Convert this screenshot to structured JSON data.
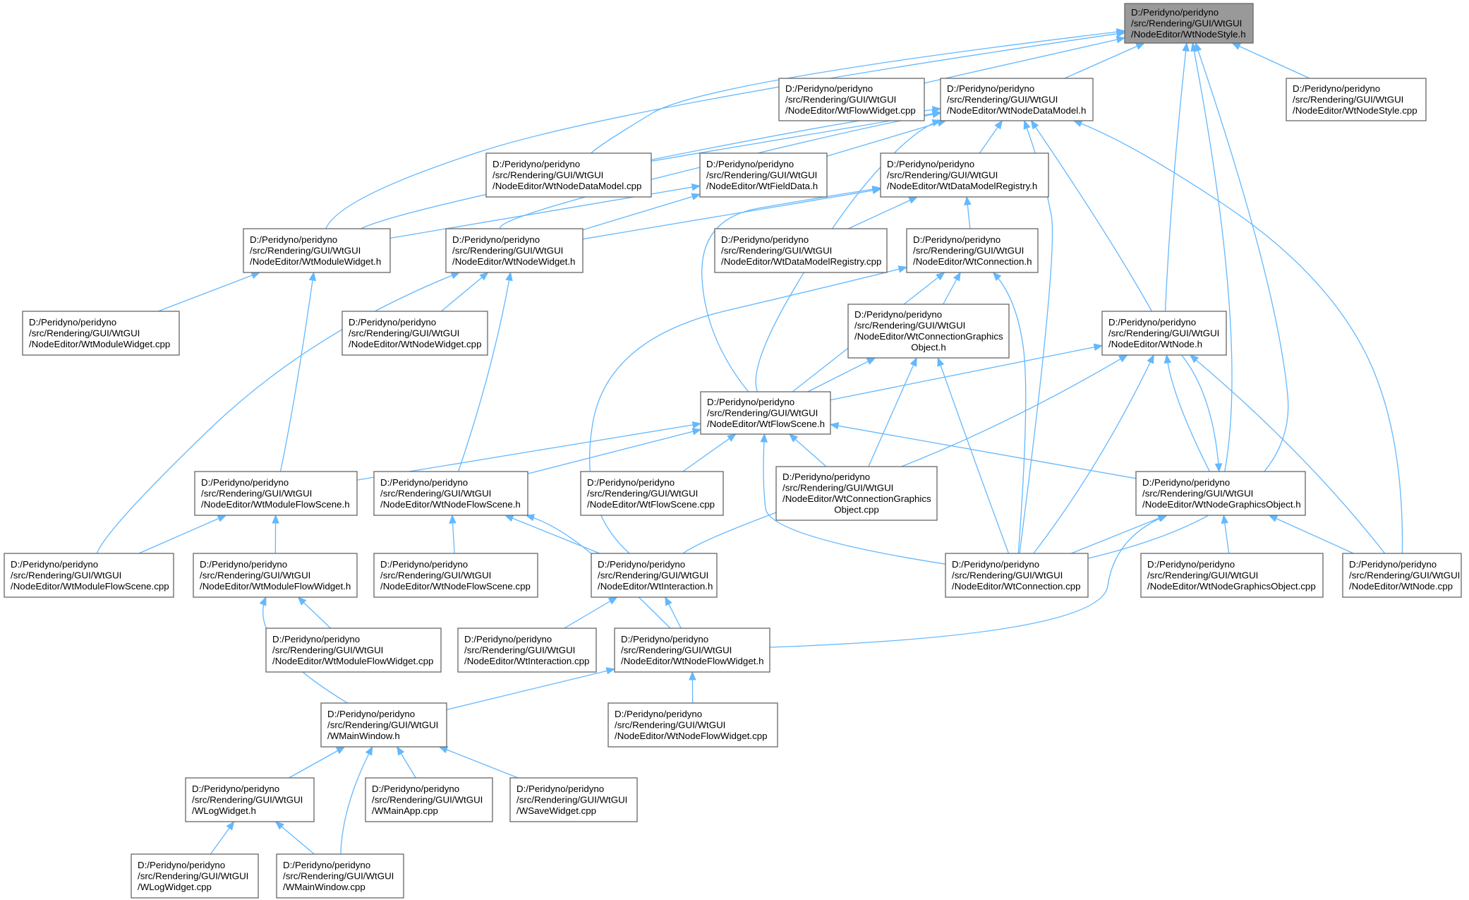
{
  "diagram": {
    "type": "include-dependency-graph",
    "colors": {
      "edge": "#63b8ff",
      "root_fill": "#999999",
      "node_border": "#666666",
      "node_fill": "#ffffff"
    },
    "nodes": [
      {
        "id": "n0",
        "root": true,
        "lines": [
          "D:/Peridyno/peridyno",
          "/src/Rendering/GUI/WtGUI",
          "/NodeEditor/WtNodeStyle.h"
        ]
      },
      {
        "id": "n1",
        "lines": [
          "D:/Peridyno/peridyno",
          "/src/Rendering/GUI/WtGUI",
          "/NodeEditor/WtFlowWidget.cpp"
        ]
      },
      {
        "id": "n2",
        "lines": [
          "D:/Peridyno/peridyno",
          "/src/Rendering/GUI/WtGUI",
          "/NodeEditor/WtNodeDataModel.h"
        ]
      },
      {
        "id": "n3",
        "lines": [
          "D:/Peridyno/peridyno",
          "/src/Rendering/GUI/WtGUI",
          "/NodeEditor/WtNodeStyle.cpp"
        ]
      },
      {
        "id": "n4",
        "lines": [
          "D:/Peridyno/peridyno",
          "/src/Rendering/GUI/WtGUI",
          "/NodeEditor/WtNodeDataModel.cpp"
        ]
      },
      {
        "id": "n5",
        "lines": [
          "D:/Peridyno/peridyno",
          "/src/Rendering/GUI/WtGUI",
          "/NodeEditor/WtFieldData.h"
        ]
      },
      {
        "id": "n6",
        "lines": [
          "D:/Peridyno/peridyno",
          "/src/Rendering/GUI/WtGUI",
          "/NodeEditor/WtDataModelRegistry.h"
        ]
      },
      {
        "id": "n7",
        "lines": [
          "D:/Peridyno/peridyno",
          "/src/Rendering/GUI/WtGUI",
          "/NodeEditor/WtModuleWidget.h"
        ]
      },
      {
        "id": "n8",
        "lines": [
          "D:/Peridyno/peridyno",
          "/src/Rendering/GUI/WtGUI",
          "/NodeEditor/WtNodeWidget.h"
        ]
      },
      {
        "id": "n9",
        "lines": [
          "D:/Peridyno/peridyno",
          "/src/Rendering/GUI/WtGUI",
          "/NodeEditor/WtDataModelRegistry.cpp"
        ]
      },
      {
        "id": "n10",
        "lines": [
          "D:/Peridyno/peridyno",
          "/src/Rendering/GUI/WtGUI",
          "/NodeEditor/WtConnection.h"
        ]
      },
      {
        "id": "n11",
        "lines": [
          "D:/Peridyno/peridyno",
          "/src/Rendering/GUI/WtGUI",
          "/NodeEditor/WtModuleWidget.cpp"
        ]
      },
      {
        "id": "n12",
        "lines": [
          "D:/Peridyno/peridyno",
          "/src/Rendering/GUI/WtGUI",
          "/NodeEditor/WtNodeWidget.cpp"
        ]
      },
      {
        "id": "n13",
        "lines": [
          "D:/Peridyno/peridyno",
          "/src/Rendering/GUI/WtGUI",
          "/NodeEditor/WtConnectionGraphics",
          "Object.h"
        ]
      },
      {
        "id": "n14",
        "lines": [
          "D:/Peridyno/peridyno",
          "/src/Rendering/GUI/WtGUI",
          "/NodeEditor/WtNode.h"
        ]
      },
      {
        "id": "n15",
        "lines": [
          "D:/Peridyno/peridyno",
          "/src/Rendering/GUI/WtGUI",
          "/NodeEditor/WtFlowScene.h"
        ]
      },
      {
        "id": "n16",
        "lines": [
          "D:/Peridyno/peridyno",
          "/src/Rendering/GUI/WtGUI",
          "/NodeEditor/WtModuleFlowScene.h"
        ]
      },
      {
        "id": "n17",
        "lines": [
          "D:/Peridyno/peridyno",
          "/src/Rendering/GUI/WtGUI",
          "/NodeEditor/WtNodeFlowScene.h"
        ]
      },
      {
        "id": "n18",
        "lines": [
          "D:/Peridyno/peridyno",
          "/src/Rendering/GUI/WtGUI",
          "/NodeEditor/WtFlowScene.cpp"
        ]
      },
      {
        "id": "n19",
        "lines": [
          "D:/Peridyno/peridyno",
          "/src/Rendering/GUI/WtGUI",
          "/NodeEditor/WtConnectionGraphics",
          "Object.cpp"
        ]
      },
      {
        "id": "n20",
        "lines": [
          "D:/Peridyno/peridyno",
          "/src/Rendering/GUI/WtGUI",
          "/NodeEditor/WtNodeGraphicsObject.h"
        ]
      },
      {
        "id": "n21",
        "lines": [
          "D:/Peridyno/peridyno",
          "/src/Rendering/GUI/WtGUI",
          "/NodeEditor/WtModuleFlowScene.cpp"
        ]
      },
      {
        "id": "n22",
        "lines": [
          "D:/Peridyno/peridyno",
          "/src/Rendering/GUI/WtGUI",
          "/NodeEditor/WtModuleFlowWidget.h"
        ]
      },
      {
        "id": "n23",
        "lines": [
          "D:/Peridyno/peridyno",
          "/src/Rendering/GUI/WtGUI",
          "/NodeEditor/WtNodeFlowScene.cpp"
        ]
      },
      {
        "id": "n24",
        "lines": [
          "D:/Peridyno/peridyno",
          "/src/Rendering/GUI/WtGUI",
          "/NodeEditor/WtInteraction.h"
        ]
      },
      {
        "id": "n25",
        "lines": [
          "D:/Peridyno/peridyno",
          "/src/Rendering/GUI/WtGUI",
          "/NodeEditor/WtConnection.cpp"
        ]
      },
      {
        "id": "n26",
        "lines": [
          "D:/Peridyno/peridyno",
          "/src/Rendering/GUI/WtGUI",
          "/NodeEditor/WtNodeGraphicsObject.cpp"
        ]
      },
      {
        "id": "n27",
        "lines": [
          "D:/Peridyno/peridyno",
          "/src/Rendering/GUI/WtGUI",
          "/NodeEditor/WtNode.cpp"
        ]
      },
      {
        "id": "n28",
        "lines": [
          "D:/Peridyno/peridyno",
          "/src/Rendering/GUI/WtGUI",
          "/NodeEditor/WtModuleFlowWidget.cpp"
        ]
      },
      {
        "id": "n29",
        "lines": [
          "D:/Peridyno/peridyno",
          "/src/Rendering/GUI/WtGUI",
          "/NodeEditor/WtInteraction.cpp"
        ]
      },
      {
        "id": "n30",
        "lines": [
          "D:/Peridyno/peridyno",
          "/src/Rendering/GUI/WtGUI",
          "/NodeEditor/WtNodeFlowWidget.h"
        ]
      },
      {
        "id": "n31",
        "lines": [
          "D:/Peridyno/peridyno",
          "/src/Rendering/GUI/WtGUI",
          "/WMainWindow.h"
        ]
      },
      {
        "id": "n32",
        "lines": [
          "D:/Peridyno/peridyno",
          "/src/Rendering/GUI/WtGUI",
          "/NodeEditor/WtNodeFlowWidget.cpp"
        ]
      },
      {
        "id": "n33",
        "lines": [
          "D:/Peridyno/peridyno",
          "/src/Rendering/GUI/WtGUI",
          "/WLogWidget.h"
        ]
      },
      {
        "id": "n34",
        "lines": [
          "D:/Peridyno/peridyno",
          "/src/Rendering/GUI/WtGUI",
          "/WMainApp.cpp"
        ]
      },
      {
        "id": "n35",
        "lines": [
          "D:/Peridyno/peridyno",
          "/src/Rendering/GUI/WtGUI",
          "/WSaveWidget.cpp"
        ]
      },
      {
        "id": "n36",
        "lines": [
          "D:/Peridyno/peridyno",
          "/src/Rendering/GUI/WtGUI",
          "/WLogWidget.cpp"
        ]
      },
      {
        "id": "n37",
        "lines": [
          "D:/Peridyno/peridyno",
          "/src/Rendering/GUI/WtGUI",
          "/WMainWindow.cpp"
        ]
      }
    ],
    "edges": [
      [
        "n1",
        "n0"
      ],
      [
        "n2",
        "n0"
      ],
      [
        "n3",
        "n0"
      ],
      [
        "n4",
        "n0"
      ],
      [
        "n14",
        "n0"
      ],
      [
        "n20",
        "n0"
      ],
      [
        "n25",
        "n0"
      ],
      [
        "n7",
        "n0"
      ],
      [
        "n4",
        "n2"
      ],
      [
        "n5",
        "n2"
      ],
      [
        "n6",
        "n2"
      ],
      [
        "n7",
        "n2"
      ],
      [
        "n8",
        "n2"
      ],
      [
        "n15",
        "n2"
      ],
      [
        "n14",
        "n2"
      ],
      [
        "n25",
        "n2"
      ],
      [
        "n27",
        "n2"
      ],
      [
        "n7",
        "n5"
      ],
      [
        "n8",
        "n5"
      ],
      [
        "n8",
        "n6"
      ],
      [
        "n9",
        "n6"
      ],
      [
        "n10",
        "n6"
      ],
      [
        "n15",
        "n6"
      ],
      [
        "n11",
        "n7"
      ],
      [
        "n16",
        "n7"
      ],
      [
        "n12",
        "n8"
      ],
      [
        "n17",
        "n8"
      ],
      [
        "n21",
        "n8"
      ],
      [
        "n13",
        "n10"
      ],
      [
        "n15",
        "n10"
      ],
      [
        "n24",
        "n10"
      ],
      [
        "n25",
        "n10"
      ],
      [
        "n15",
        "n13"
      ],
      [
        "n19",
        "n13"
      ],
      [
        "n25",
        "n13"
      ],
      [
        "n15",
        "n14"
      ],
      [
        "n20",
        "n14"
      ],
      [
        "n24",
        "n14"
      ],
      [
        "n25",
        "n14"
      ],
      [
        "n27",
        "n14"
      ],
      [
        "n14",
        "n20"
      ],
      [
        "n16",
        "n15"
      ],
      [
        "n17",
        "n15"
      ],
      [
        "n18",
        "n15"
      ],
      [
        "n19",
        "n15"
      ],
      [
        "n20",
        "n15"
      ],
      [
        "n25",
        "n15"
      ],
      [
        "n21",
        "n16"
      ],
      [
        "n22",
        "n16"
      ],
      [
        "n23",
        "n17"
      ],
      [
        "n24",
        "n17"
      ],
      [
        "n30",
        "n17"
      ],
      [
        "n25",
        "n20"
      ],
      [
        "n26",
        "n20"
      ],
      [
        "n27",
        "n20"
      ],
      [
        "n30",
        "n20"
      ],
      [
        "n28",
        "n22"
      ],
      [
        "n31",
        "n22"
      ],
      [
        "n29",
        "n24"
      ],
      [
        "n30",
        "n24"
      ],
      [
        "n31",
        "n30"
      ],
      [
        "n32",
        "n30"
      ],
      [
        "n33",
        "n31"
      ],
      [
        "n34",
        "n31"
      ],
      [
        "n35",
        "n31"
      ],
      [
        "n37",
        "n31"
      ],
      [
        "n36",
        "n33"
      ],
      [
        "n37",
        "n33"
      ]
    ]
  }
}
